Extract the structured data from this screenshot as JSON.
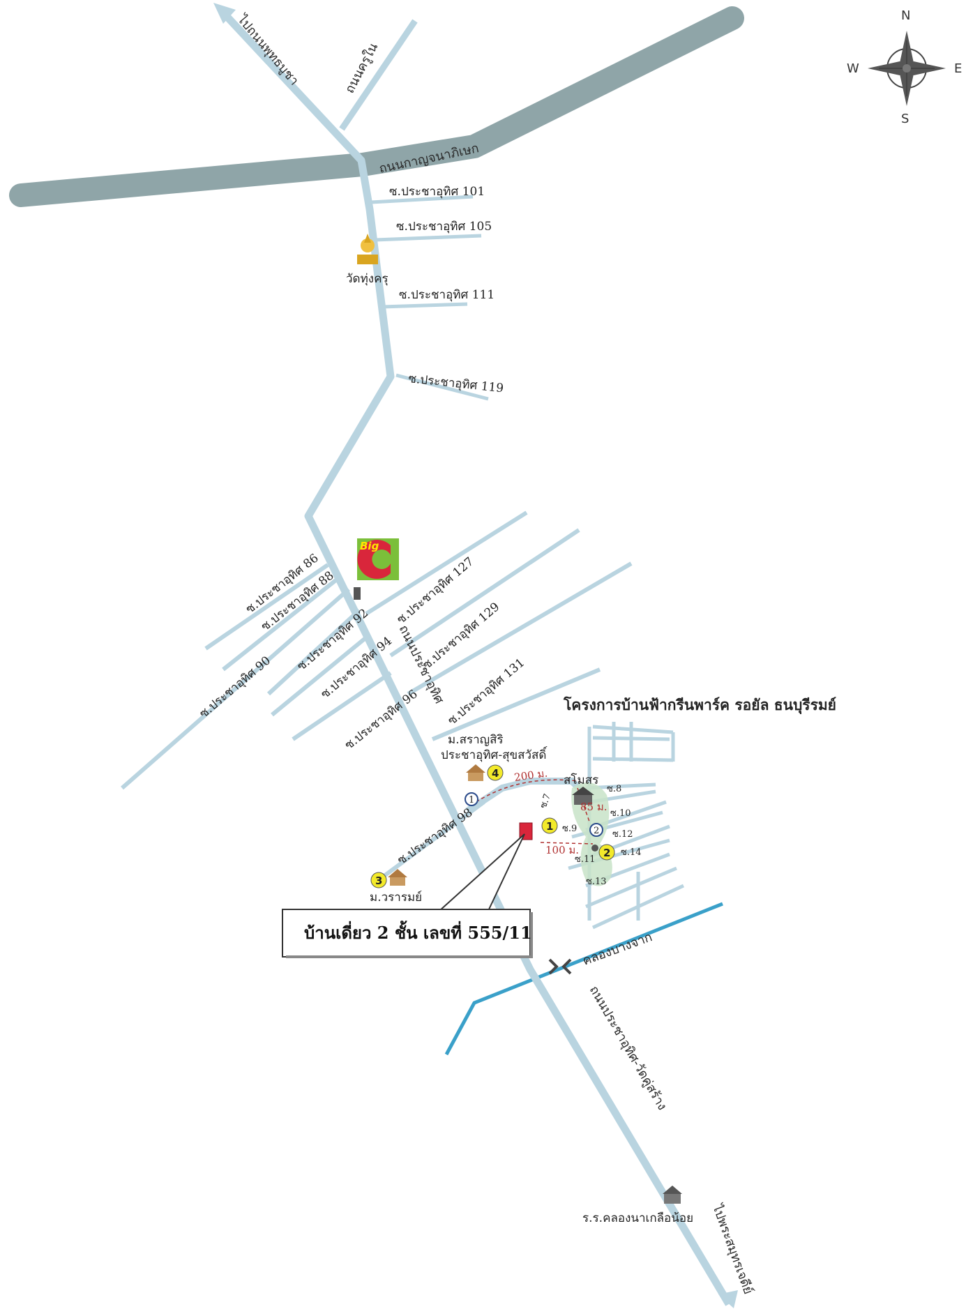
{
  "compass": {
    "north": "N",
    "south": "S",
    "east": "E",
    "west": "W"
  },
  "roads": {
    "kanchanaphisek": "ถนนกาญจนาภิเษก",
    "pracha_uthit": "ถนนประชาอุทิศ",
    "pracha_uthit_wat_khu_sang": "ถนนประชาอุทิศ-วัดคู่สร้าง",
    "to_phutthamonthon": "ไปถนนพุทธบูชา",
    "khru_nai": "ถนนครูใน",
    "to_phra_samut_chedi": "ไปพระสมุทรเจดีย์"
  },
  "sois": {
    "s101": "ซ.ประชาอุทิศ 101",
    "s105": "ซ.ประชาอุทิศ 105",
    "s111": "ซ.ประชาอุทิศ 111",
    "s119": "ซ.ประชาอุทิศ 119",
    "s86": "ซ.ประชาอุทิศ 86",
    "s88": "ซ.ประชาอุทิศ 88",
    "s90": "ซ.ประชาอุทิศ 90",
    "s92": "ซ.ประชาอุทิศ 92",
    "s94": "ซ.ประชาอุทิศ 94",
    "s96": "ซ.ประชาอุทิศ 96",
    "s98": "ซ.ประชาอุทิศ 98",
    "s127": "ซ.ประชาอุทิศ 127",
    "s129": "ซ.ประชาอุทิศ 129",
    "s131": "ซ.ประชาอุทิศ 131"
  },
  "landmarks": {
    "wat_thung_khru": "วัดทุ่งครุ",
    "big_c": "Big",
    "saransiri": "ม.สราญสิริ",
    "saransiri_line2": "ประชาอุทิศ-สุขสวัสดิ์",
    "wararom": "ม.วรารมย์",
    "school": "ร.ร.คลองนาเกลือน้อย",
    "canal": "คลองบางจาก",
    "pond": "สโมสร"
  },
  "project_title": "โครงการบ้านฟ้ากรีนพาร์ค รอยัล ธนบุรีรมย์",
  "inner_sois": [
    "ซ.7",
    "ซ.8",
    "ซ.9",
    "ซ.10",
    "ซ.11",
    "ซ.12",
    "ซ.13",
    "ซ.14"
  ],
  "distances": {
    "d200": "200 ม.",
    "d85": "85 ม.",
    "d100": "100 ม."
  },
  "markers": {
    "m1": "1",
    "m2": "2",
    "m3": "3",
    "m4": "4"
  },
  "callout": "บ้านเดี่ยว 2 ชั้น เลขที่ 555/11",
  "colors": {
    "road": "#b9d4e0",
    "highway": "#8fa5a8",
    "canal": "#3aa0c9",
    "house": "#d9263b",
    "marker": "#f3ea2a"
  }
}
